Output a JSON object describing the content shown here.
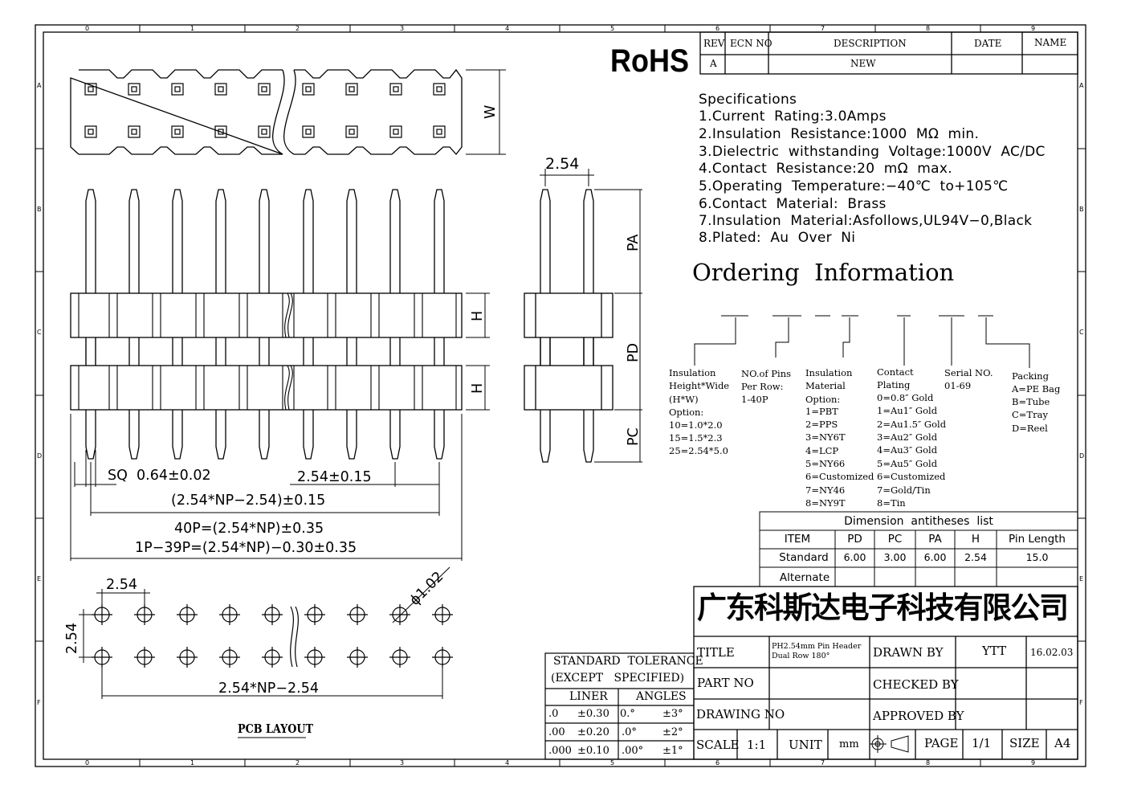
{
  "rohs": "RoHS",
  "revision_table": {
    "headers": [
      "REV",
      "ECN NO",
      "DESCRIPTION",
      "DATE",
      "NAME"
    ],
    "row": {
      "rev": "A",
      "ecn": "",
      "description": "NEW",
      "date": "",
      "name": ""
    }
  },
  "specifications": {
    "title": "Specifications",
    "items": [
      "1.Current  Rating:3.0Amps",
      "2.Insulation  Resistance:1000  MΩ  min.",
      "3.Dielectric  withstanding  Voltage:1000V  AC/DC",
      "4.Contact  Resistance:20  mΩ  max.",
      "5.Operating  Temperature:−40℃  to+105℃",
      "6.Contact  Material:  Brass",
      "7.Insulation  Material:Asfollows,UL94V−0,Black",
      "8.Plated:  Au  Over  Ni"
    ]
  },
  "ordering": {
    "title": "Ordering  Information",
    "groups": [
      {
        "title": "Insulation\nHeight*Wide\n(H*W)\nOption:",
        "options": [
          "10=1.0*2.0",
          "15=1.5*2.3",
          "25=2.54*5.0"
        ]
      },
      {
        "title": "NO.of Pins\nPer Row:",
        "options": [
          "1-40P"
        ]
      },
      {
        "title": "Insulation\nMaterial\nOption:",
        "options": [
          "1=PBT",
          "2=PPS",
          "3=NY6T",
          "4=LCP",
          "5=NY66",
          "6=Customized",
          "7=NY46",
          "8=NY9T"
        ]
      },
      {
        "title": "Contact\nPlating",
        "options": [
          "0=0.8″ Gold",
          "1=Au1″ Gold",
          "2=Au1.5″ Gold",
          "3=Au2″ Gold",
          "4=Au3″ Gold",
          "5=Au5″ Gold",
          "6=Customized",
          "7=Gold/Tin",
          "8=Tin"
        ]
      },
      {
        "title": "Serial NO.",
        "options": [
          "01-69"
        ]
      },
      {
        "title": "Packing",
        "options": [
          "A=PE Bag",
          "B=Tube",
          "C=Tray",
          "D=Reel"
        ]
      }
    ]
  },
  "dimension_table": {
    "title": "Dimension  antitheses  list",
    "headers": [
      "ITEM",
      "PD",
      "PC",
      "PA",
      "H",
      "Pin Length"
    ],
    "rows": [
      [
        "Standard",
        "6.00",
        "3.00",
        "6.00",
        "2.54",
        "15.0"
      ],
      [
        "Alternate",
        "",
        "",
        "",
        "",
        ""
      ]
    ]
  },
  "company": "广东科斯达电子科技有限公司",
  "title_block": {
    "title_label": "TITLE",
    "title_value": "PH2.54mm Pin Header\nDual Row 180°",
    "drawn_by_label": "DRAWN BY",
    "drawn_by": "YTT",
    "date": "16.02.03",
    "part_no_label": "PART NO",
    "checked_by_label": "CHECKED BY",
    "drawing_no_label": "DRAWING NO",
    "approved_by_label": "APPROVED BY",
    "scale_label": "SCALE",
    "scale": "1:1",
    "unit_label": "UNIT",
    "unit": "mm",
    "page_label": "PAGE",
    "page": "1/1",
    "size_label": "SIZE",
    "size": "A4"
  },
  "tolerance": {
    "title1": "STANDARD  TOLERANCE",
    "title2": "(EXCEPT   SPECIFIED)",
    "liner": "LINER",
    "angles": "ANGLES",
    "rows": [
      [
        ".0",
        "±0.30",
        "0.°",
        "±3°"
      ],
      [
        ".00",
        "±0.20",
        ".0°",
        "±2°"
      ],
      [
        ".000",
        "±0.10",
        ".00°",
        "±1°"
      ]
    ]
  },
  "dimensions": {
    "w": "W",
    "pitch_side": "2.54",
    "pa": "PA",
    "pd": "PD",
    "pc": "PC",
    "h": "H",
    "sq": "SQ  0.64±0.02",
    "pitch_tol": "2.54±0.15",
    "span": "(2.54*NP−2.54)±0.15",
    "len40": "40P=(2.54*NP)±0.35",
    "len139": "1P−39P=(2.54*NP)−0.30±0.35",
    "pcb_pitch_x": "2.54",
    "pcb_pitch_y": "2.54",
    "hole": "ϕ1.02",
    "pcb_span": "2.54*NP−2.54",
    "pcb_layout": "PCB LAYOUT"
  },
  "border_labels": {
    "top": [
      "0",
      "1",
      "2",
      "3",
      "4",
      "5",
      "6",
      "7",
      "8",
      "9"
    ],
    "side": [
      "A",
      "B",
      "C",
      "D",
      "E",
      "F"
    ]
  }
}
